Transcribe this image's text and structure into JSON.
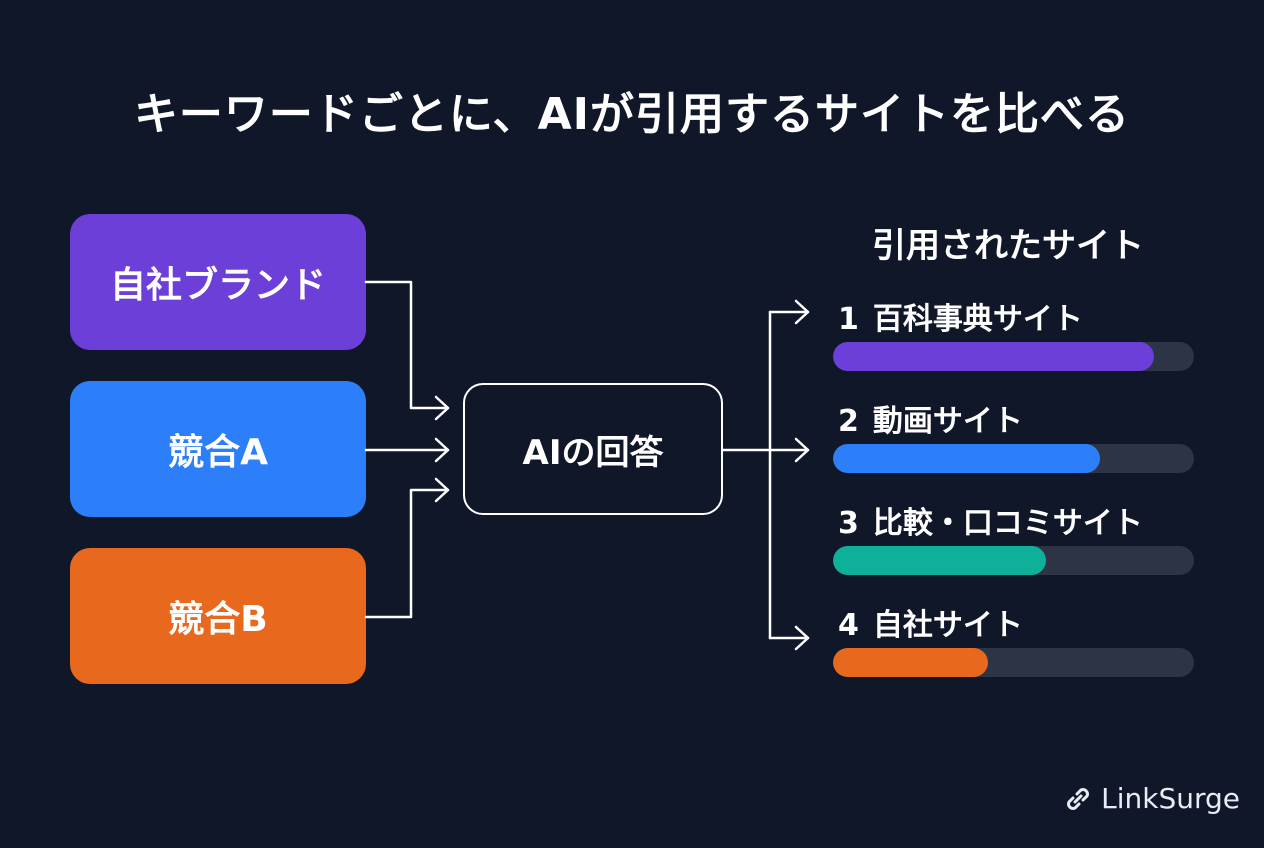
{
  "title": "キーワードごとに、AIが引用するサイトを比べる",
  "sources": [
    {
      "label": "自社ブランド",
      "color": "#6b3fd8"
    },
    {
      "label": "競合A",
      "color": "#2d7ff9"
    },
    {
      "label": "競合B",
      "color": "#e8681e"
    }
  ],
  "center_label": "AIの回答",
  "cited_heading": "引用されたサイト",
  "cited_sites": [
    {
      "rank": "1",
      "label": "百科事典サイト",
      "value": 0.89,
      "color": "#6b3fd8"
    },
    {
      "rank": "2",
      "label": "動画サイト",
      "value": 0.74,
      "color": "#2d7ff9"
    },
    {
      "rank": "3",
      "label": "比較・口コミサイト",
      "value": 0.59,
      "color": "#0fb09a"
    },
    {
      "rank": "4",
      "label": "自社サイト",
      "value": 0.43,
      "color": "#e8681e"
    }
  ],
  "logo": {
    "text": "LinkSurge",
    "icon": "link-icon"
  }
}
